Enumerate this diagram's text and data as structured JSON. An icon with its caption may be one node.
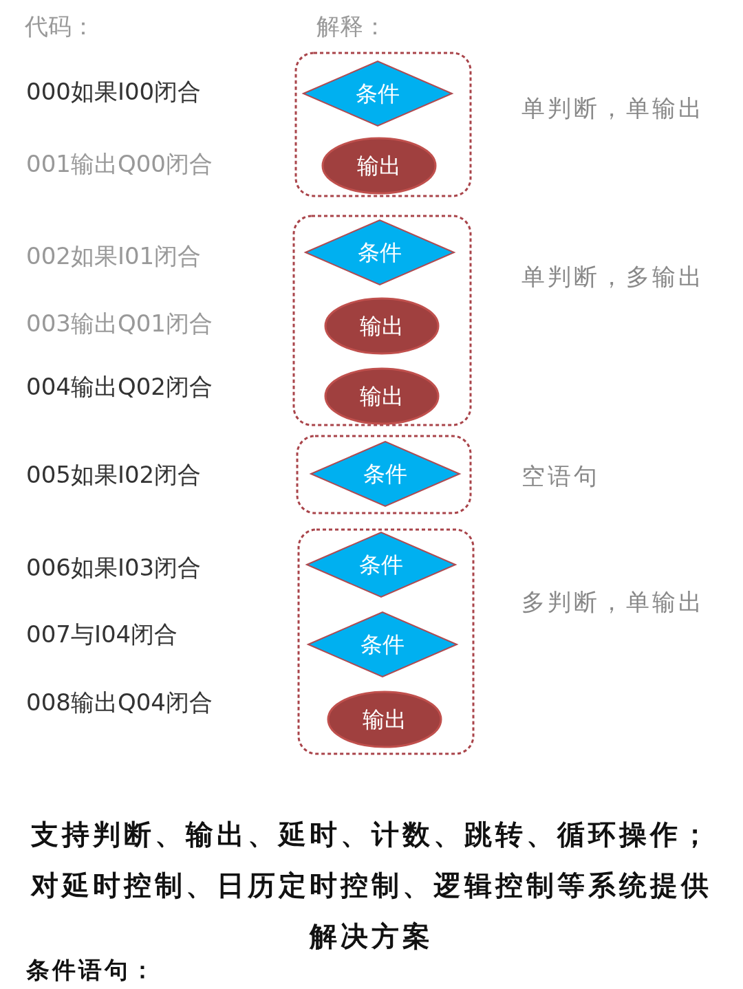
{
  "diagram": {
    "nodes": [
      {
        "text": [],
        "shape": "box"
      },
      {
        "text": [
          "条件"
        ],
        "in": 0
      },
      {
        "text": [
          "输出"
        ],
        "in": 0
      },
      {
        "text": [],
        "shape": "box"
      },
      {
        "text": [
          "条件"
        ],
        "in": 3
      },
      {
        "text": [
          "输出"
        ],
        "in": 3
      },
      {
        "text": [
          "输出"
        ],
        "in": 3
      },
      {
        "text": [],
        "shape": "box"
      },
      {
        "text": [
          "条件"
        ],
        "in": 7
      },
      {
        "text": [],
        "shape": "box"
      },
      {
        "text": [
          "条件"
        ],
        "in": 9
      },
      {
        "text": [
          "条件"
        ],
        "in": 9
      },
      {
        "text": [
          "输出"
        ],
        "in": 9
      }
    ],
    "labels": [
      "代码：",
      "解释：",
      "000如果I00闭合",
      "单判断，单输出",
      "001输出Q00闭合",
      "002如果I01闭合",
      "单判断，多输出",
      "003输出Q01闭合",
      "004输出Q02闭合",
      "005如果I02闭合",
      "空语句",
      "006如果I03闭合",
      "多判断，单输出",
      "007与I04闭合",
      "008输出Q04闭合",
      "支持判断、输出、延时、计数、跳转、循环操作；对延时控制、日历定时控制、逻辑控制等系统提供解决方案",
      "条件语句："
    ]
  }
}
